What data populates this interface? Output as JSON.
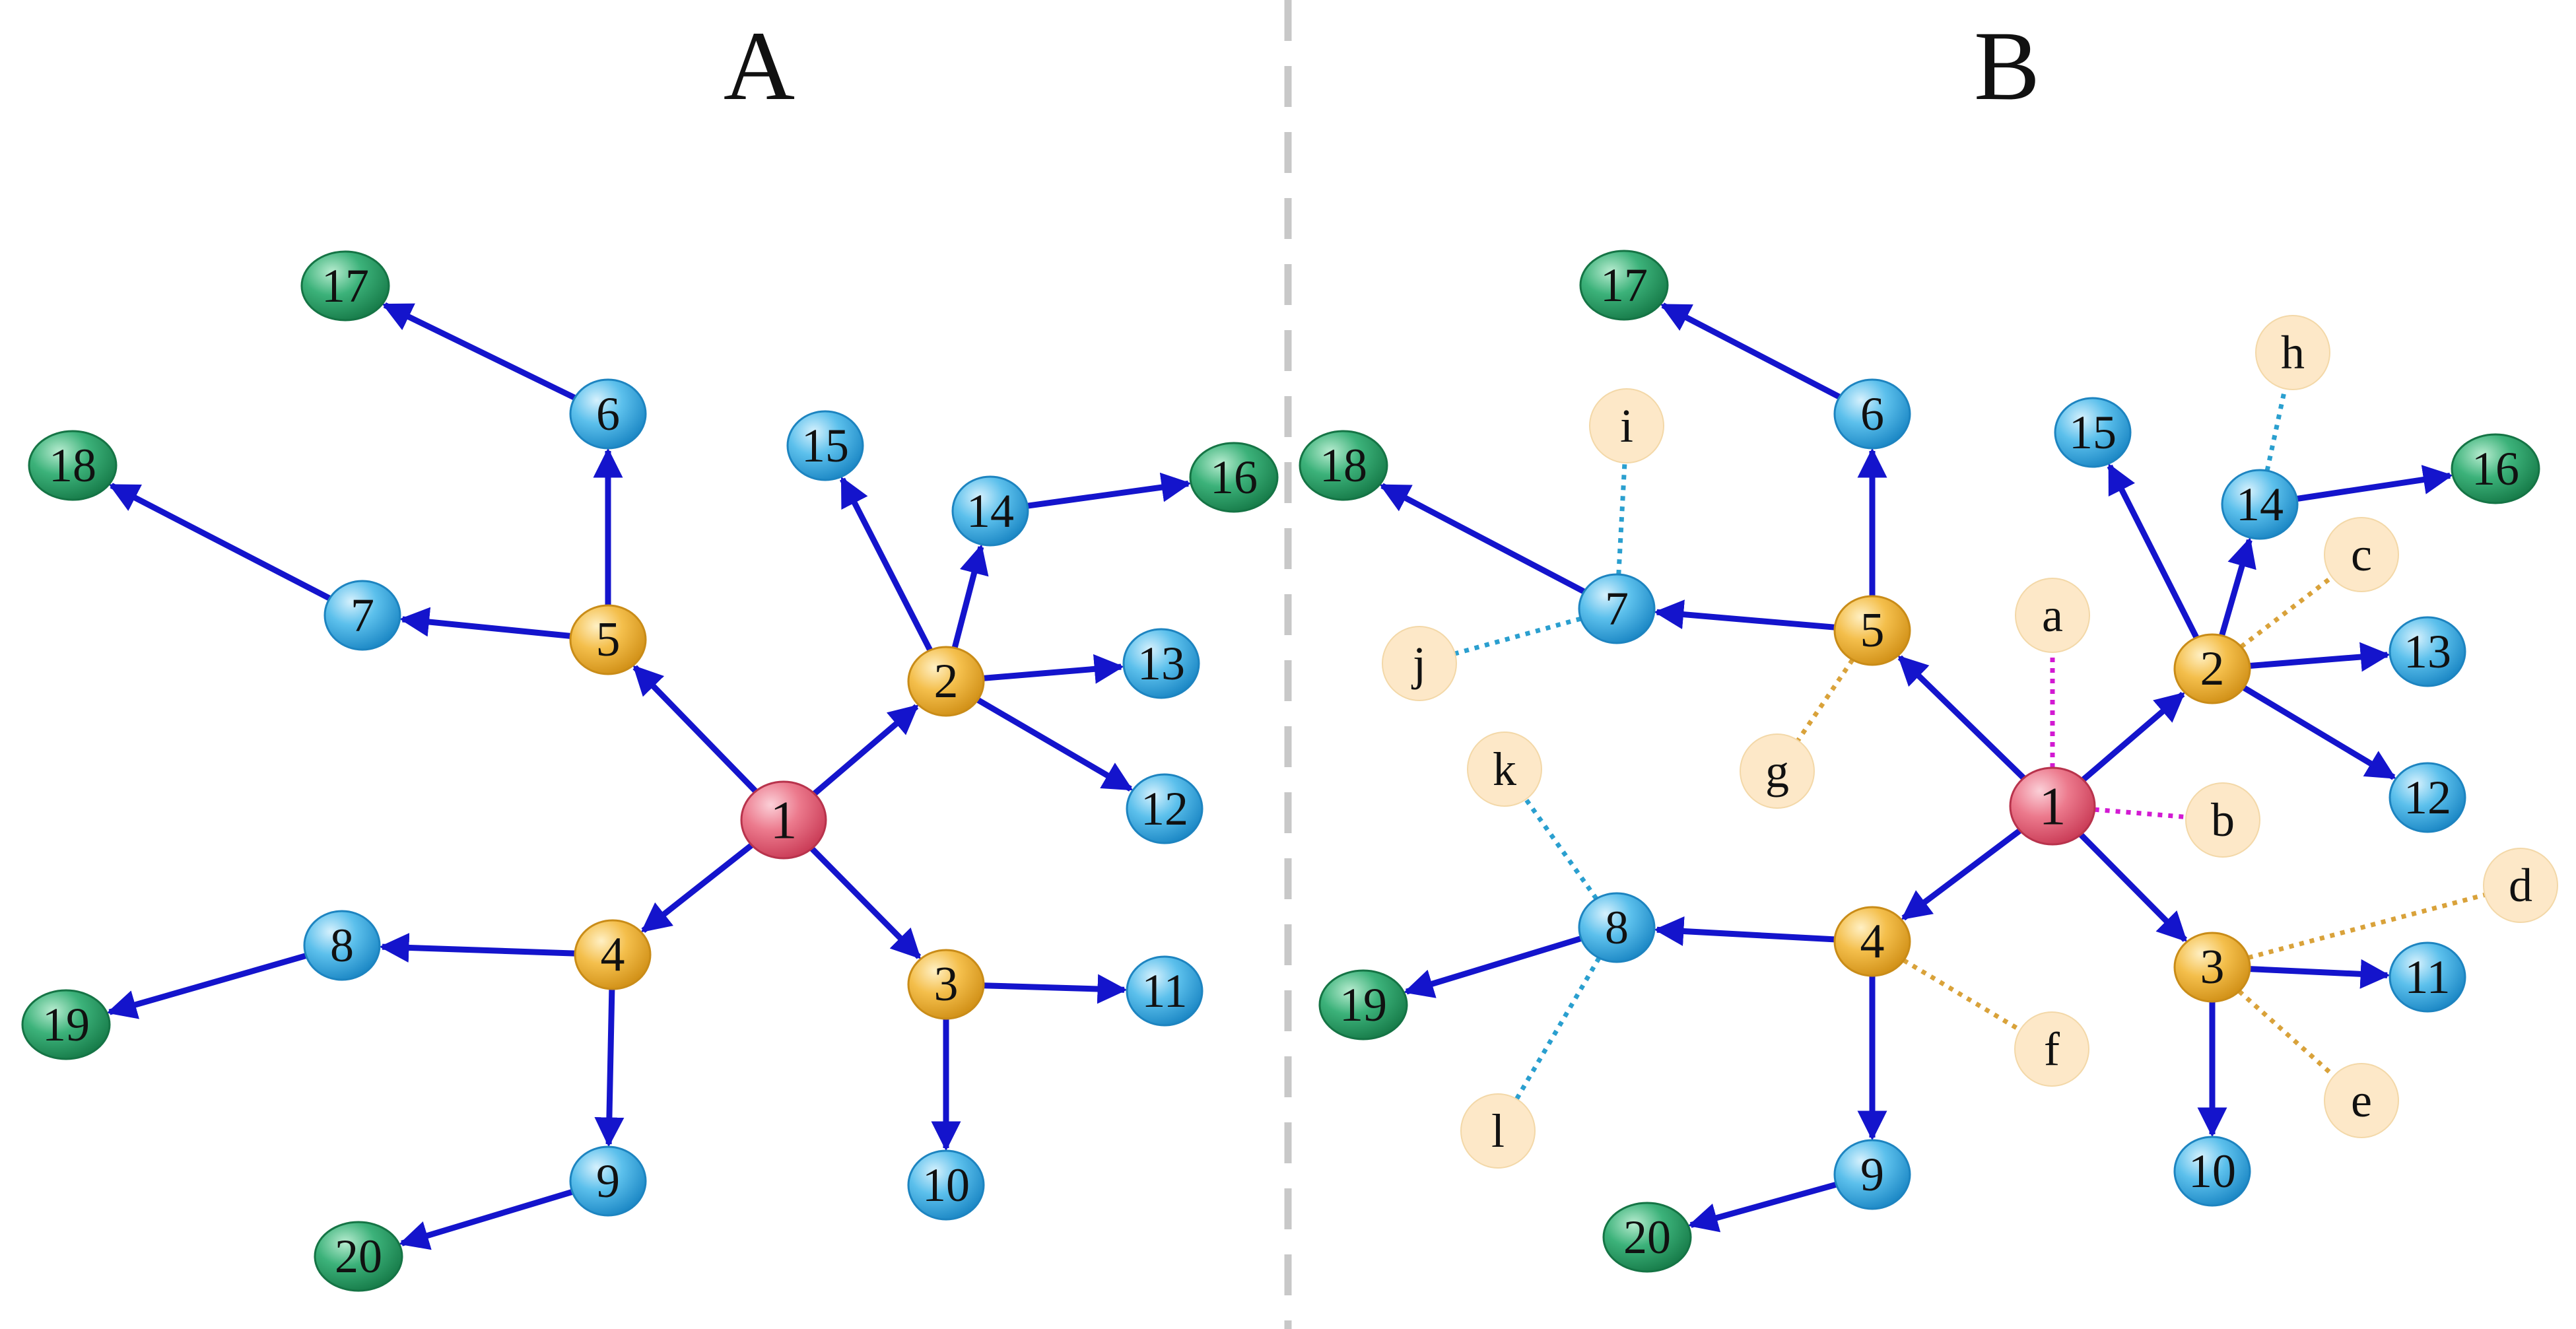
{
  "panels": [
    {
      "title": "A",
      "nodes": [
        {
          "id": "1",
          "label": "1",
          "kind": "root"
        },
        {
          "id": "2",
          "label": "2",
          "kind": "hub"
        },
        {
          "id": "3",
          "label": "3",
          "kind": "hub"
        },
        {
          "id": "4",
          "label": "4",
          "kind": "hub"
        },
        {
          "id": "5",
          "label": "5",
          "kind": "hub"
        },
        {
          "id": "6",
          "label": "6",
          "kind": "mid"
        },
        {
          "id": "7",
          "label": "7",
          "kind": "mid"
        },
        {
          "id": "8",
          "label": "8",
          "kind": "mid"
        },
        {
          "id": "9",
          "label": "9",
          "kind": "mid"
        },
        {
          "id": "10",
          "label": "10",
          "kind": "mid"
        },
        {
          "id": "11",
          "label": "11",
          "kind": "mid"
        },
        {
          "id": "12",
          "label": "12",
          "kind": "mid"
        },
        {
          "id": "13",
          "label": "13",
          "kind": "mid"
        },
        {
          "id": "14",
          "label": "14",
          "kind": "mid"
        },
        {
          "id": "15",
          "label": "15",
          "kind": "mid"
        },
        {
          "id": "16",
          "label": "16",
          "kind": "leaf"
        },
        {
          "id": "17",
          "label": "17",
          "kind": "leaf"
        },
        {
          "id": "18",
          "label": "18",
          "kind": "leaf"
        },
        {
          "id": "19",
          "label": "19",
          "kind": "leaf"
        },
        {
          "id": "20",
          "label": "20",
          "kind": "leaf"
        }
      ],
      "edges": [
        {
          "from": "1",
          "to": "2",
          "style": "arrow"
        },
        {
          "from": "1",
          "to": "3",
          "style": "arrow"
        },
        {
          "from": "1",
          "to": "4",
          "style": "arrow"
        },
        {
          "from": "1",
          "to": "5",
          "style": "arrow"
        },
        {
          "from": "5",
          "to": "6",
          "style": "arrow"
        },
        {
          "from": "5",
          "to": "7",
          "style": "arrow"
        },
        {
          "from": "6",
          "to": "17",
          "style": "arrow"
        },
        {
          "from": "7",
          "to": "18",
          "style": "arrow"
        },
        {
          "from": "2",
          "to": "15",
          "style": "arrow"
        },
        {
          "from": "2",
          "to": "14",
          "style": "arrow"
        },
        {
          "from": "2",
          "to": "13",
          "style": "arrow"
        },
        {
          "from": "2",
          "to": "12",
          "style": "arrow"
        },
        {
          "from": "14",
          "to": "16",
          "style": "arrow"
        },
        {
          "from": "3",
          "to": "11",
          "style": "arrow"
        },
        {
          "from": "3",
          "to": "10",
          "style": "arrow"
        },
        {
          "from": "4",
          "to": "8",
          "style": "arrow"
        },
        {
          "from": "4",
          "to": "9",
          "style": "arrow"
        },
        {
          "from": "8",
          "to": "19",
          "style": "arrow"
        },
        {
          "from": "9",
          "to": "20",
          "style": "arrow"
        }
      ]
    },
    {
      "title": "B",
      "nodes": [
        {
          "id": "1",
          "label": "1",
          "kind": "root"
        },
        {
          "id": "2",
          "label": "2",
          "kind": "hub"
        },
        {
          "id": "3",
          "label": "3",
          "kind": "hub"
        },
        {
          "id": "4",
          "label": "4",
          "kind": "hub"
        },
        {
          "id": "5",
          "label": "5",
          "kind": "hub"
        },
        {
          "id": "6",
          "label": "6",
          "kind": "mid"
        },
        {
          "id": "7",
          "label": "7",
          "kind": "mid"
        },
        {
          "id": "8",
          "label": "8",
          "kind": "mid"
        },
        {
          "id": "9",
          "label": "9",
          "kind": "mid"
        },
        {
          "id": "10",
          "label": "10",
          "kind": "mid"
        },
        {
          "id": "11",
          "label": "11",
          "kind": "mid"
        },
        {
          "id": "12",
          "label": "12",
          "kind": "mid"
        },
        {
          "id": "13",
          "label": "13",
          "kind": "mid"
        },
        {
          "id": "14",
          "label": "14",
          "kind": "mid"
        },
        {
          "id": "15",
          "label": "15",
          "kind": "mid"
        },
        {
          "id": "16",
          "label": "16",
          "kind": "leaf"
        },
        {
          "id": "17",
          "label": "17",
          "kind": "leaf"
        },
        {
          "id": "18",
          "label": "18",
          "kind": "leaf"
        },
        {
          "id": "19",
          "label": "19",
          "kind": "leaf"
        },
        {
          "id": "20",
          "label": "20",
          "kind": "leaf"
        },
        {
          "id": "a",
          "label": "a",
          "kind": "attached"
        },
        {
          "id": "b",
          "label": "b",
          "kind": "attached"
        },
        {
          "id": "c",
          "label": "c",
          "kind": "attached"
        },
        {
          "id": "d",
          "label": "d",
          "kind": "attached"
        },
        {
          "id": "e",
          "label": "e",
          "kind": "attached"
        },
        {
          "id": "f",
          "label": "f",
          "kind": "attached"
        },
        {
          "id": "g",
          "label": "g",
          "kind": "attached"
        },
        {
          "id": "h",
          "label": "h",
          "kind": "attached"
        },
        {
          "id": "i",
          "label": "i",
          "kind": "attached"
        },
        {
          "id": "j",
          "label": "j",
          "kind": "attached"
        },
        {
          "id": "k",
          "label": "k",
          "kind": "attached"
        },
        {
          "id": "l",
          "label": "l",
          "kind": "attached"
        }
      ],
      "edges": [
        {
          "from": "1",
          "to": "2",
          "style": "arrow"
        },
        {
          "from": "1",
          "to": "3",
          "style": "arrow"
        },
        {
          "from": "1",
          "to": "4",
          "style": "arrow"
        },
        {
          "from": "1",
          "to": "5",
          "style": "arrow"
        },
        {
          "from": "5",
          "to": "6",
          "style": "arrow"
        },
        {
          "from": "5",
          "to": "7",
          "style": "arrow"
        },
        {
          "from": "6",
          "to": "17",
          "style": "arrow"
        },
        {
          "from": "7",
          "to": "18",
          "style": "arrow"
        },
        {
          "from": "2",
          "to": "15",
          "style": "arrow"
        },
        {
          "from": "2",
          "to": "14",
          "style": "arrow"
        },
        {
          "from": "2",
          "to": "13",
          "style": "arrow"
        },
        {
          "from": "2",
          "to": "12",
          "style": "arrow"
        },
        {
          "from": "14",
          "to": "16",
          "style": "arrow"
        },
        {
          "from": "3",
          "to": "11",
          "style": "arrow"
        },
        {
          "from": "3",
          "to": "10",
          "style": "arrow"
        },
        {
          "from": "4",
          "to": "8",
          "style": "arrow"
        },
        {
          "from": "4",
          "to": "9",
          "style": "arrow"
        },
        {
          "from": "8",
          "to": "19",
          "style": "arrow"
        },
        {
          "from": "9",
          "to": "20",
          "style": "arrow"
        },
        {
          "from": "1",
          "to": "a",
          "style": "dotted-magenta"
        },
        {
          "from": "1",
          "to": "b",
          "style": "dotted-magenta"
        },
        {
          "from": "2",
          "to": "c",
          "style": "dotted-orange"
        },
        {
          "from": "3",
          "to": "d",
          "style": "dotted-orange"
        },
        {
          "from": "3",
          "to": "e",
          "style": "dotted-orange"
        },
        {
          "from": "4",
          "to": "f",
          "style": "dotted-orange"
        },
        {
          "from": "5",
          "to": "g",
          "style": "dotted-orange"
        },
        {
          "from": "14",
          "to": "h",
          "style": "dotted-cyan"
        },
        {
          "from": "7",
          "to": "i",
          "style": "dotted-cyan"
        },
        {
          "from": "7",
          "to": "j",
          "style": "dotted-cyan"
        },
        {
          "from": "8",
          "to": "k",
          "style": "dotted-cyan"
        },
        {
          "from": "8",
          "to": "l",
          "style": "dotted-cyan"
        }
      ]
    }
  ],
  "colors": {
    "root": "#e2566e",
    "hub": "#eeaa2a",
    "mid": "#29a3da",
    "leaf": "#1f955e",
    "attached": "#fde8c8",
    "arrow": "#1414cc",
    "dotted_magenta": "#d21ad2",
    "dotted_orange": "#d9a23a",
    "dotted_cyan": "#2a9fcf",
    "divider": "#c8c8c8"
  }
}
